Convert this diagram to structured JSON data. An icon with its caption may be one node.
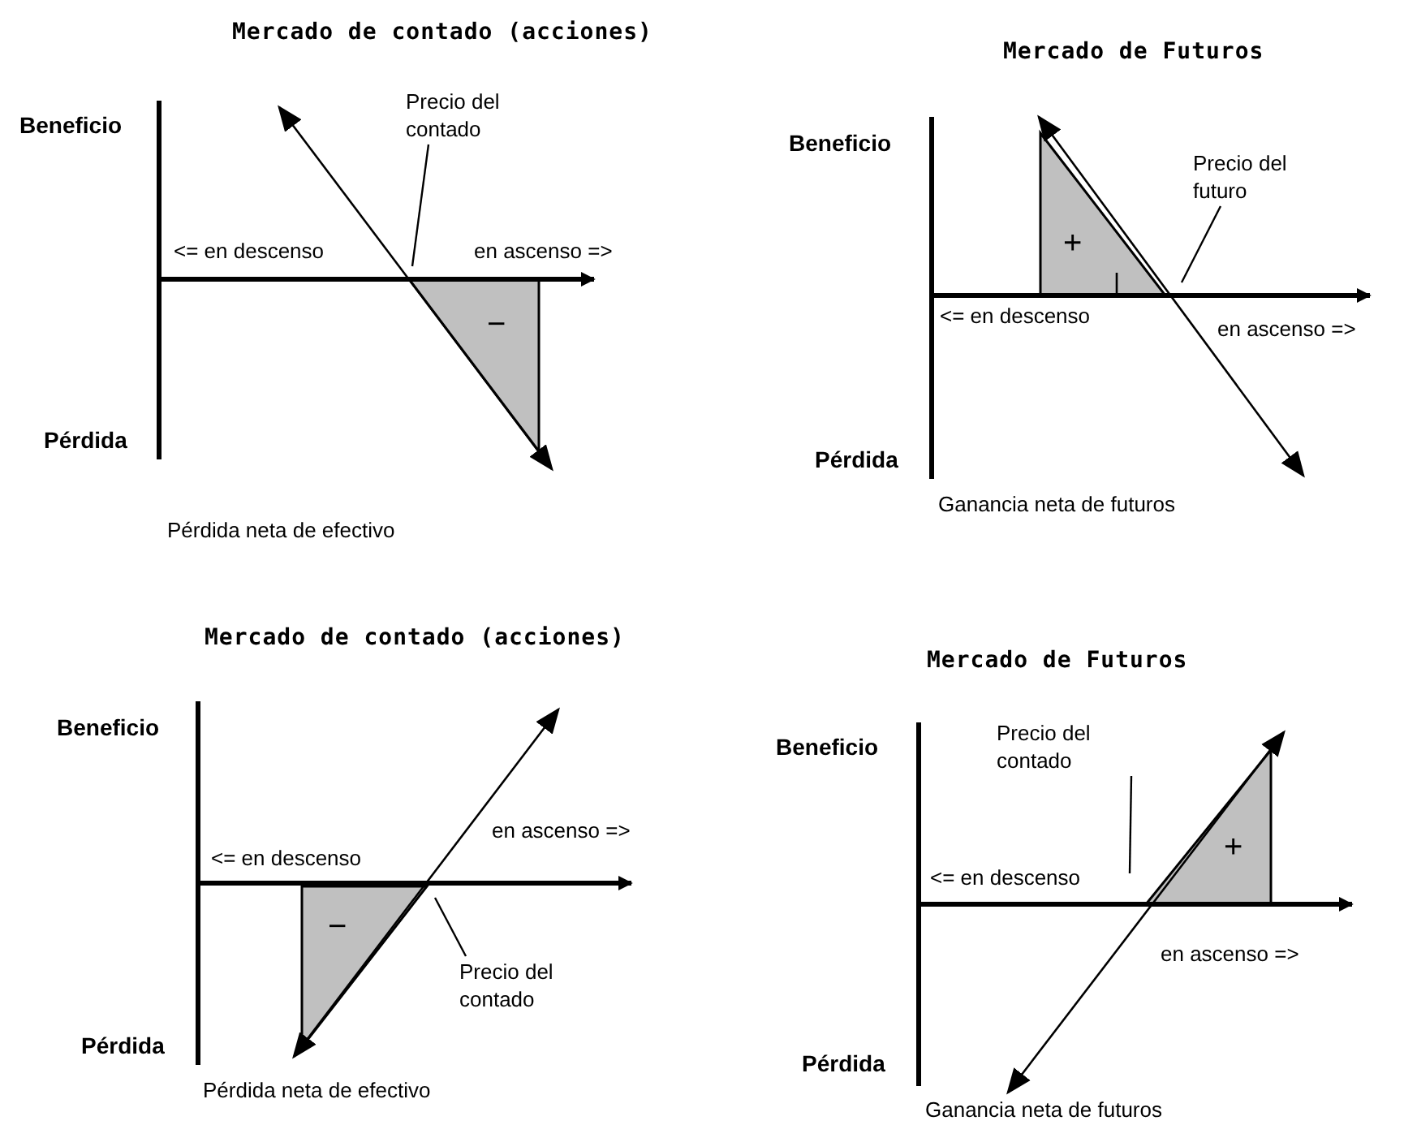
{
  "diagram": {
    "nodes": [
      {
        "text": [
          "Precio del contado"
        ]
      },
      {
        "text": [
          "Precio del futuro"
        ]
      },
      {
        "text": [
          "Precio del contado"
        ]
      },
      {
        "text": [
          "Precio del contado"
        ]
      }
    ],
    "edges": [
      {
        "from": 0,
        "to": null,
        "arrow": "none"
      },
      {
        "from": 1,
        "to": null,
        "arrow": "none"
      },
      {
        "from": 2,
        "to": null,
        "arrow": "none"
      },
      {
        "from": 3,
        "to": null,
        "arrow": "none"
      }
    ],
    "labels": [
      "Mercado de contado (acciones)",
      "Beneficio",
      "<= en descenso",
      "en ascenso =>",
      "−",
      "Pérdida",
      "Pérdida neta de efectivo",
      "Mercado de Futuros",
      "Beneficio",
      "+",
      "<= en descenso",
      "en ascenso =>",
      "Pérdida",
      "Ganancia neta de futuros",
      "Mercado de contado (acciones)",
      "Beneficio",
      "en ascenso =>",
      "<= en descenso",
      "−",
      "Pérdida",
      "Pérdida neta de efectivo",
      "Mercado de Futuros",
      "Beneficio",
      "<= en descenso",
      "+",
      "en ascenso =>",
      "Pérdida",
      "Ganancia neta de futuros"
    ]
  }
}
